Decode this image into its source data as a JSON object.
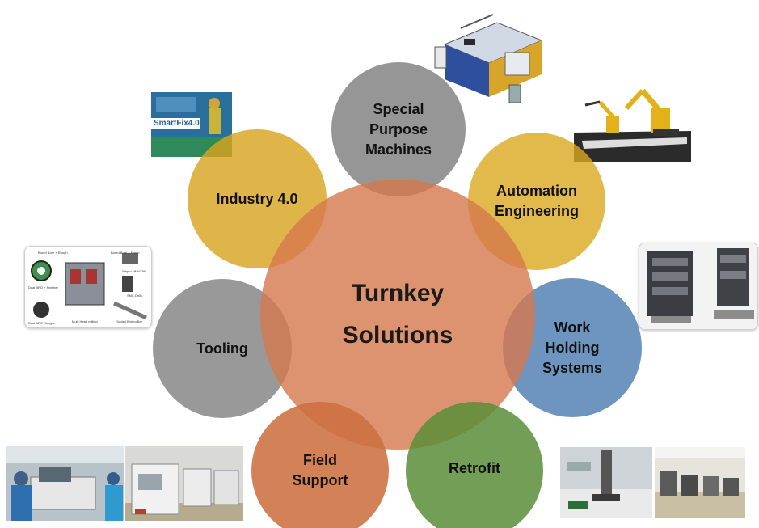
{
  "center": {
    "label": "Turnkey\nSolutions"
  },
  "nodes": [
    {
      "id": "special",
      "label": "Special\nPurpose\nMachines",
      "color": "#787878"
    },
    {
      "id": "automation",
      "label": "Automation\nEngineering",
      "color": "#DBA81E"
    },
    {
      "id": "work",
      "label": "Work\nHolding\nSystems",
      "color": "#487BB0"
    },
    {
      "id": "retrofit",
      "label": "Retrofit",
      "color": "#5B8D37"
    },
    {
      "id": "field",
      "label": "Field\nSupport",
      "color": "#CD7040"
    },
    {
      "id": "tooling",
      "label": "Tooling",
      "color": "#828282"
    },
    {
      "id": "industry",
      "label": "Industry 4.0",
      "color": "#D8A420"
    }
  ],
  "center_color": "#D6784C",
  "images": {
    "smartfix": {
      "brand": "SmartFix4.0"
    },
    "tooling_parts": {
      "labels": [
        "Bored Bore + Rough",
        "Bored Bore + Finish",
        "Dual BRO + Finisher",
        "Stepro HMNX8D",
        "SMC Drills",
        "Dual BRO Roughe",
        "Multi Head milling",
        "Guided Boring Bar"
      ]
    }
  }
}
